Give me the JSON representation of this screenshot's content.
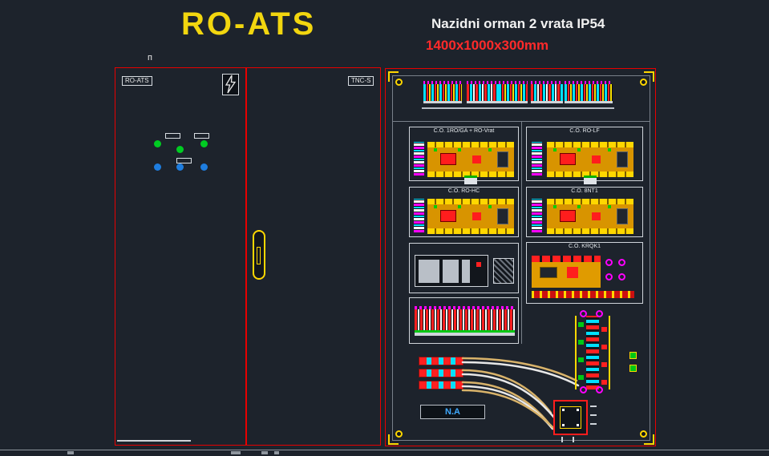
{
  "title": "RO-ATS",
  "header": {
    "product": "Nazidni orman 2 vrata IP54",
    "dimensions": "1400x1000x300mm"
  },
  "left_door": {
    "tag": "RO-ATS",
    "corner_mark": "п"
  },
  "right_door": {
    "tag": "TNC-S"
  },
  "panel": {
    "sections": [
      {
        "label": "C.O. 1RO/GA + RO-Vrat"
      },
      {
        "label": "C.O. RO-LF"
      },
      {
        "label": "C.O. RO-HC"
      },
      {
        "label": "C.O. 8NT1"
      },
      {
        "label": "C.O. KRQK1"
      }
    ],
    "na_label": "N.A"
  },
  "colors": {
    "background": "#1d232c",
    "outline_red": "#e80000",
    "accent_yellow": "#ffd700",
    "title_yellow": "#f2d60f",
    "dims_red": "#ff2a2a",
    "na_blue": "#3fa9ff",
    "magenta": "#ff00ff",
    "cyan": "#00e0ff",
    "green": "#00cc22",
    "blue_indicator": "#1e7ddf"
  }
}
